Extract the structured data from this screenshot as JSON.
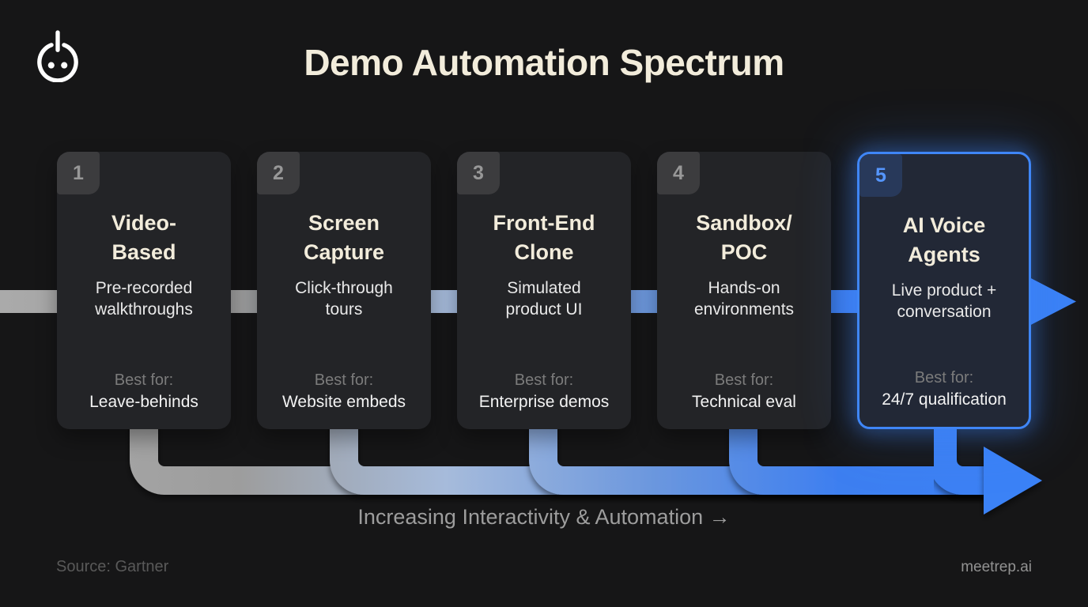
{
  "page": {
    "title": "Demo Automation Spectrum",
    "caption": "Increasing Interactivity & Automation →",
    "source": "Source: Gartner",
    "brand": "meetrep.ai"
  },
  "icons": {
    "logo": "power-face-icon"
  },
  "colors": {
    "background": "#161617",
    "card_background": "#232427",
    "title_cream": "#f2ecdb",
    "accent_blue": "#3b82f6",
    "flow_gray": "#a9a9a9",
    "highlight_border": "#3f86f7"
  },
  "cards": [
    {
      "number": "1",
      "title": "Video-\nBased",
      "subtitle": "Pre-recorded\nwalkthroughs",
      "best_for_label": "Best for:",
      "best_for": "Leave-behinds",
      "highlighted": false
    },
    {
      "number": "2",
      "title": "Screen\nCapture",
      "subtitle": "Click-through\ntours",
      "best_for_label": "Best for:",
      "best_for": "Website embeds",
      "highlighted": false
    },
    {
      "number": "3",
      "title": "Front-End\nClone",
      "subtitle": "Simulated\nproduct UI",
      "best_for_label": "Best for:",
      "best_for": "Enterprise demos",
      "highlighted": false
    },
    {
      "number": "4",
      "title": "Sandbox/\nPOC",
      "subtitle": "Hands-on\nenvironments",
      "best_for_label": "Best for:",
      "best_for": "Technical eval",
      "highlighted": false
    },
    {
      "number": "5",
      "title": "AI Voice\nAgents",
      "subtitle": "Live product +\nconversation",
      "best_for_label": "Best for:",
      "best_for": "24/7 qualification",
      "highlighted": true
    }
  ]
}
